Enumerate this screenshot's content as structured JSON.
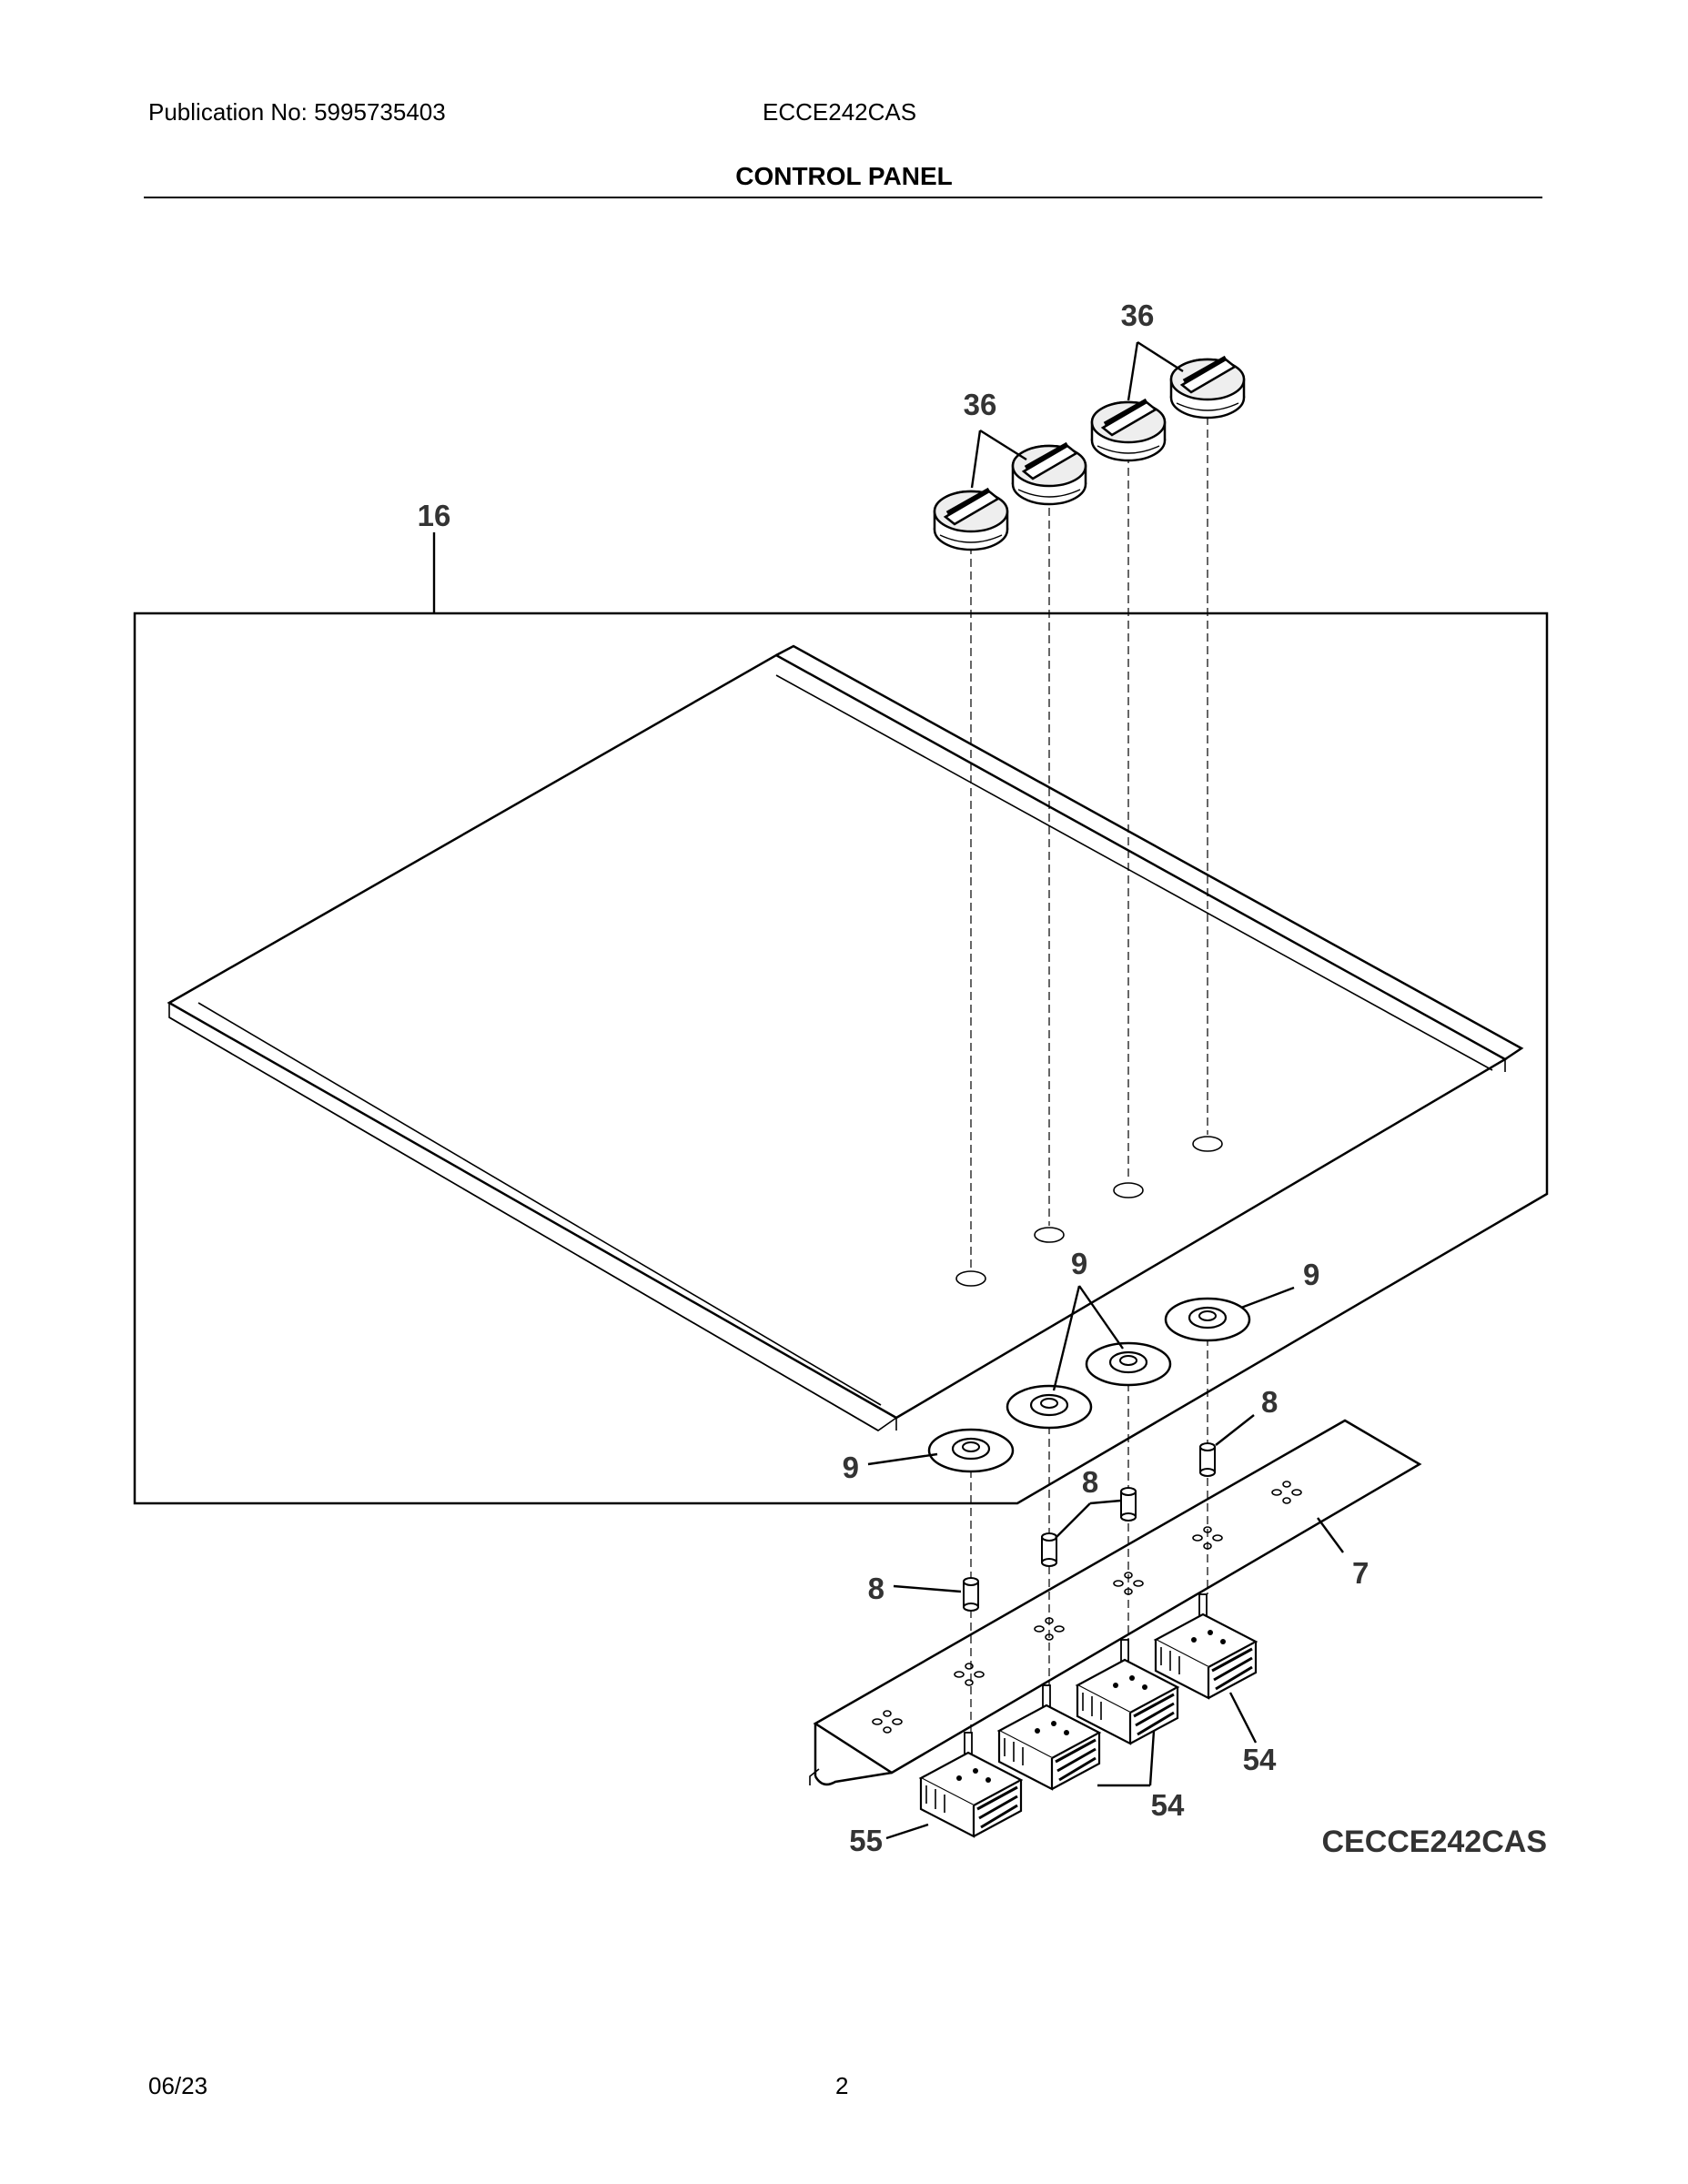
{
  "header": {
    "publication": "Publication No: 5995735403",
    "model": "ECCE242CAS",
    "section_title": "CONTROL PANEL"
  },
  "diagram": {
    "callouts": {
      "knob_left": "36",
      "knob_right": "36",
      "panel": "16",
      "ring_center": "9",
      "ring_right": "9",
      "ring_left": "9",
      "spacer_right": "8",
      "spacer_center": "8",
      "spacer_left": "8",
      "bracket": "7",
      "switch_right": "54",
      "switch_center": "54",
      "switch_left": "55"
    },
    "code": "CECCE242CAS"
  },
  "footer": {
    "date": "06/23",
    "page": "2"
  }
}
